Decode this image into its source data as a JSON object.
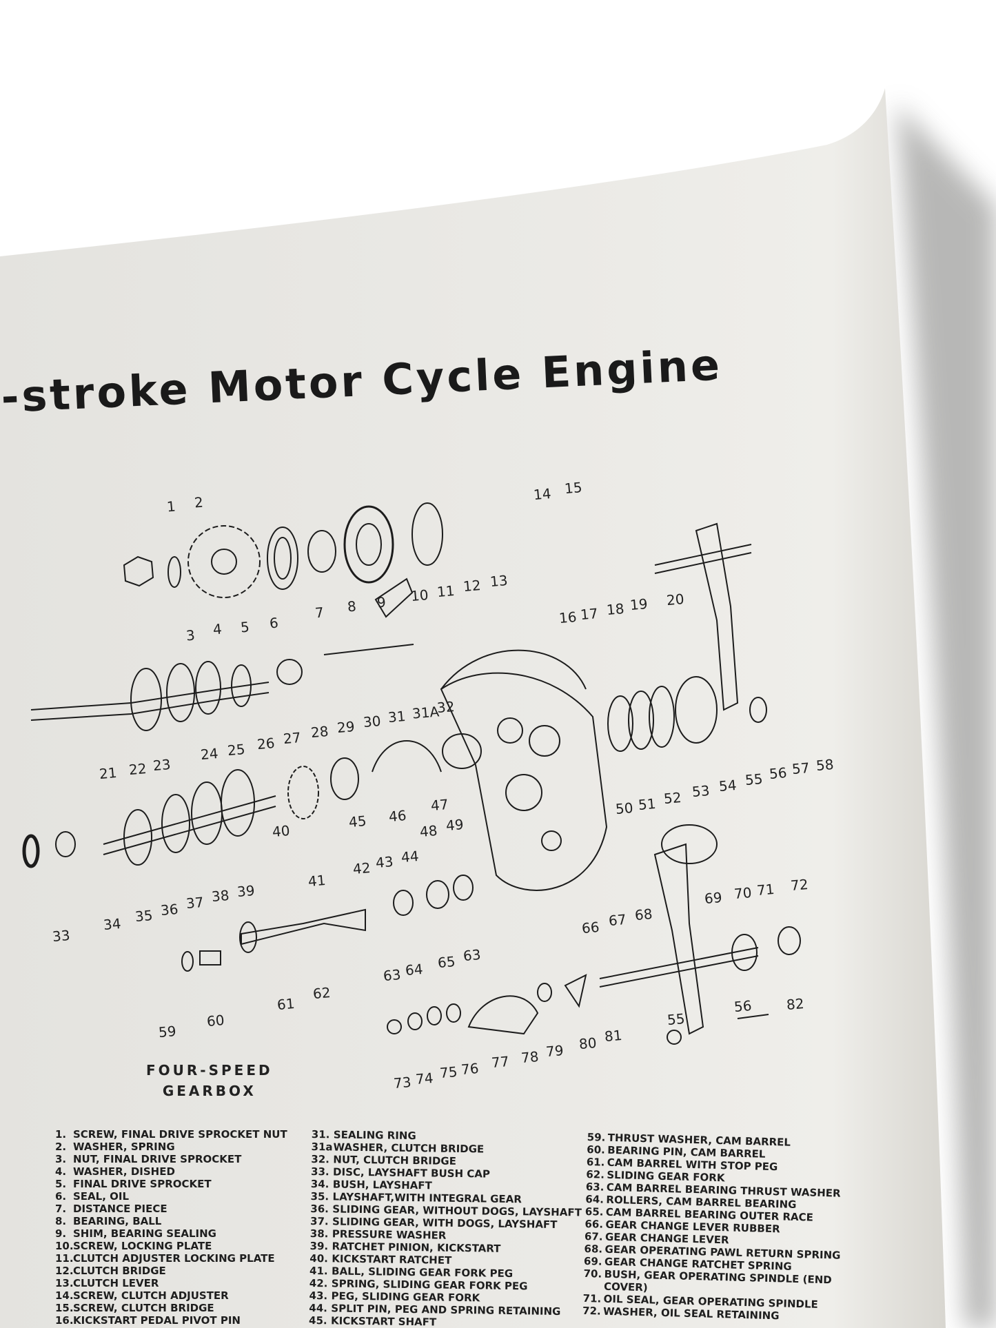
{
  "title": "-stroke Motor Cycle Engine",
  "caption": {
    "line1": "FOUR-SPEED",
    "line2": "GEARBOX"
  },
  "part_labels": [
    "1",
    "2",
    "3",
    "4",
    "5",
    "6",
    "7",
    "8",
    "9",
    "10",
    "11",
    "12",
    "13",
    "14",
    "15",
    "16",
    "17",
    "18",
    "19",
    "20",
    "21",
    "22",
    "23",
    "24",
    "25",
    "26",
    "27",
    "28",
    "29",
    "30",
    "31",
    "31A",
    "32",
    "33",
    "34",
    "35",
    "36",
    "37",
    "38",
    "39",
    "40",
    "41",
    "42",
    "43",
    "44",
    "45",
    "46",
    "47",
    "48",
    "49",
    "50",
    "51",
    "52",
    "53",
    "54",
    "55",
    "56",
    "57",
    "58",
    "59",
    "60",
    "61",
    "62",
    "63",
    "64",
    "63",
    "65",
    "66",
    "67",
    "68",
    "69",
    "70",
    "71",
    "72",
    "82",
    "73",
    "74",
    "75",
    "76",
    "77",
    "78",
    "79",
    "80",
    "81",
    "55",
    "56"
  ],
  "parts_list": {
    "col1": [
      {
        "n": "1.",
        "t": "SCREW, FINAL DRIVE SPROCKET NUT"
      },
      {
        "n": "2.",
        "t": "WASHER, SPRING"
      },
      {
        "n": "3.",
        "t": "NUT, FINAL DRIVE SPROCKET"
      },
      {
        "n": "4.",
        "t": "WASHER, DISHED"
      },
      {
        "n": "5.",
        "t": "FINAL DRIVE SPROCKET"
      },
      {
        "n": "6.",
        "t": "SEAL, OIL"
      },
      {
        "n": "7.",
        "t": "DISTANCE PIECE"
      },
      {
        "n": "8.",
        "t": "BEARING, BALL"
      },
      {
        "n": "9.",
        "t": "SHIM, BEARING SEALING"
      },
      {
        "n": "10.",
        "t": "SCREW, LOCKING PLATE"
      },
      {
        "n": "11.",
        "t": "CLUTCH ADJUSTER LOCKING PLATE"
      },
      {
        "n": "12.",
        "t": "CLUTCH BRIDGE"
      },
      {
        "n": "13.",
        "t": "CLUTCH LEVER"
      },
      {
        "n": "14.",
        "t": "SCREW, CLUTCH ADJUSTER"
      },
      {
        "n": "15.",
        "t": "SCREW, CLUTCH BRIDGE"
      },
      {
        "n": "16.",
        "t": "KICKSTART PEDAL PIVOT PIN"
      }
    ],
    "col2": [
      {
        "n": "31.",
        "t": "SEALING RING"
      },
      {
        "n": "31a",
        "t": "WASHER, CLUTCH BRIDGE"
      },
      {
        "n": "32.",
        "t": "NUT, CLUTCH BRIDGE"
      },
      {
        "n": "33.",
        "t": "DISC, LAYSHAFT BUSH CAP"
      },
      {
        "n": "34.",
        "t": "BUSH, LAYSHAFT"
      },
      {
        "n": "35.",
        "t": "LAYSHAFT,WITH INTEGRAL GEAR"
      },
      {
        "n": "36.",
        "t": "SLIDING GEAR, WITHOUT DOGS, LAYSHAFT"
      },
      {
        "n": "37.",
        "t": "SLIDING GEAR, WITH DOGS, LAYSHAFT"
      },
      {
        "n": "38.",
        "t": "PRESSURE WASHER"
      },
      {
        "n": "39.",
        "t": "RATCHET PINION, KICKSTART"
      },
      {
        "n": "40.",
        "t": "KICKSTART RATCHET"
      },
      {
        "n": "41.",
        "t": "BALL, SLIDING GEAR FORK PEG"
      },
      {
        "n": "42.",
        "t": "SPRING, SLIDING GEAR FORK PEG"
      },
      {
        "n": "43.",
        "t": "PEG, SLIDING GEAR FORK"
      },
      {
        "n": "44.",
        "t": "SPLIT PIN, PEG AND SPRING RETAINING"
      },
      {
        "n": "45.",
        "t": "KICKSTART SHAFT"
      }
    ],
    "col3": [
      {
        "n": "59.",
        "t": "THRUST WASHER, CAM BARREL"
      },
      {
        "n": "60.",
        "t": "BEARING PIN, CAM BARREL"
      },
      {
        "n": "61.",
        "t": "CAM BARREL WITH STOP PEG"
      },
      {
        "n": "62.",
        "t": "SLIDING GEAR FORK"
      },
      {
        "n": "63.",
        "t": "CAM BARREL BEARING THRUST WASHER"
      },
      {
        "n": "64.",
        "t": "ROLLERS, CAM BARREL BEARING"
      },
      {
        "n": "65.",
        "t": "CAM BARREL BEARING OUTER RACE"
      },
      {
        "n": "66.",
        "t": "GEAR CHANGE LEVER RUBBER"
      },
      {
        "n": "67.",
        "t": "GEAR CHANGE LEVER"
      },
      {
        "n": "68.",
        "t": "GEAR OPERATING PAWL RETURN SPRING"
      },
      {
        "n": "69.",
        "t": "GEAR CHANGE RATCHET SPRING"
      },
      {
        "n": "70.",
        "t": "BUSH, GEAR OPERATING SPINDLE (END"
      },
      {
        "n": "",
        "t": "COVER)"
      },
      {
        "n": "71.",
        "t": "OIL SEAL, GEAR OPERATING SPINDLE"
      },
      {
        "n": "72.",
        "t": "WASHER, OIL SEAL RETAINING"
      }
    ]
  },
  "colors": {
    "paper": "#e8e7e2",
    "ink": "#1c1c1c",
    "background": "#ffffff"
  }
}
